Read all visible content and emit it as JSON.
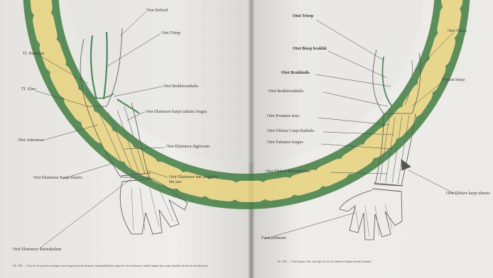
{
  "left_page": {
    "labels": {
      "deltoid": "Otot Deltoid",
      "trisep": "Otot Trisep",
      "humerus": "Tl. Humerus",
      "ulna": "Tl. Ulna",
      "brakioradialis": "Otot Brakhioradialis",
      "ekstensor_karpi": "Otot Ekstensor karpi radialis longus",
      "ankoneus": "Otot Ankoneus",
      "ekstensor_digitorum": "Otot Ekstensor digitorum",
      "ekstensor_ulnaris": "Otot Ekstensor Karpi ulnaris",
      "ekstensor_abduktor": "Otot Ekstensor dan abduktor ibu jari",
      "retinakulum": "Otot Ekstensor Retinakulum"
    },
    "caption": "Gb. 108 — Otot di sisi posterior lengan serta lengan bawah (kanan), memperlihatkan juga ten- don ekstensor untuk tangan dan yang terjadiai di bawah retinakulum."
  },
  "right_page": {
    "labels": {
      "trisep": "Otot Trisep",
      "bisep_brakhii": "Otot Bisep brakhii",
      "trisep_side": "Otot Trisep",
      "brakhialis": "Otot Brakhialis",
      "tendon_bisep": "Tendon bisep",
      "brakhioradialis": "Otot Brakhioradialis",
      "pronator_teres": "Otot Pronator teres",
      "fleksor_karpi_radialis": "Otot Fleksor Carpi Radialis",
      "palmaris_longus": "Otot Palmaris longus",
      "fleksor_retinakulum": "Otot Fleksor Retinakulum",
      "fleksor_karpi_ulnaris": "Otot Fleksor karpi ulnaris",
      "fasia_palmaris": "Fasia palmaris"
    },
    "caption": "Gb. 109 — Otot lengan, dan otot lapi di sisi sisi anterior lengan bawah (kanan)."
  },
  "colors": {
    "paper": "#ecebe7",
    "watermark_green": "#3c7a3c",
    "watermark_gold": "#e8d27a",
    "ink": "#3a3a3a",
    "muscle_green": "#4d8a5a"
  }
}
